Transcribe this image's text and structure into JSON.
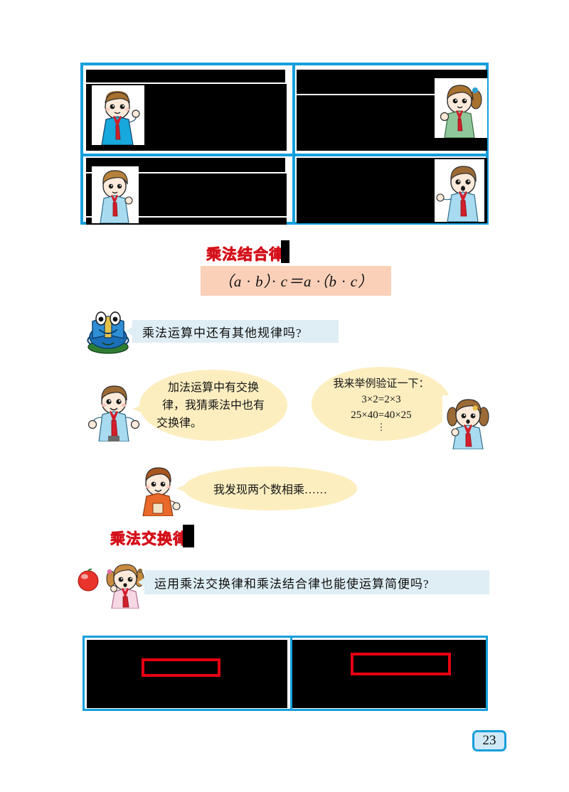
{
  "page": {
    "number": "23",
    "accent_blue": "#169fdb",
    "heading_red": "#d4101a",
    "formula_bg": "#fad0b9",
    "bubble_yellow": "#fdeec0",
    "speech_blue": "#dfeef5",
    "red_outline": "#e60012",
    "page_badge_bg": "#cfe9f7"
  },
  "top_table": {
    "name": "worksheet-grid-top",
    "cells": [
      {
        "id": "cell-top-left",
        "character": "boy-blue-jacket-red-tie",
        "content": "[redacted]"
      },
      {
        "id": "cell-top-right",
        "character": "girl-ponytail-green-shirt",
        "content": "[redacted]"
      },
      {
        "id": "cell-bottom-left",
        "character": "boy-brown-hair-red-scarf",
        "content": "[redacted]"
      },
      {
        "id": "cell-bottom-right",
        "character": "boy-lightblue-shirt-red-tie",
        "content": "[redacted]"
      }
    ]
  },
  "associative": {
    "heading": "乘法结合律",
    "formula": "（a · b）· c＝a ·（b · c）"
  },
  "frog_prompt": {
    "text": "乘法运算中还有其他规律吗?",
    "icon": "blue-book-frog-mascot"
  },
  "dialog": {
    "left_bubble": {
      "character": "boy-lightblue-shirt-red-tie",
      "lines": [
        "加法运算中有交换",
        "律，我猜乘法中也有",
        "交换律。"
      ]
    },
    "right_bubble": {
      "character": "girl-pigtails-blue-shirt",
      "lines": [
        "我来举例验证一下：",
        "3×2=2×3",
        "25×40=40×25",
        "⋮"
      ]
    },
    "third_bubble": {
      "character": "boy-orange-sweater",
      "lines": [
        "我发现两个数相乘……"
      ]
    }
  },
  "commutative": {
    "heading": "乘法交换律"
  },
  "girl_prompt": {
    "text": "运用乘法交换律和乘法结合律也能使运算简便吗?",
    "icon": "red-ball-icon",
    "character": "girl-pigtails-pink-shirt-red-tie"
  },
  "bottom_table": {
    "name": "worksheet-grid-bottom",
    "cells": [
      {
        "id": "exercise-cell-left",
        "content": "[redacted]",
        "highlight": "red-outline-box"
      },
      {
        "id": "exercise-cell-right",
        "content": "[redacted]",
        "highlight": "red-outline-box"
      }
    ]
  }
}
